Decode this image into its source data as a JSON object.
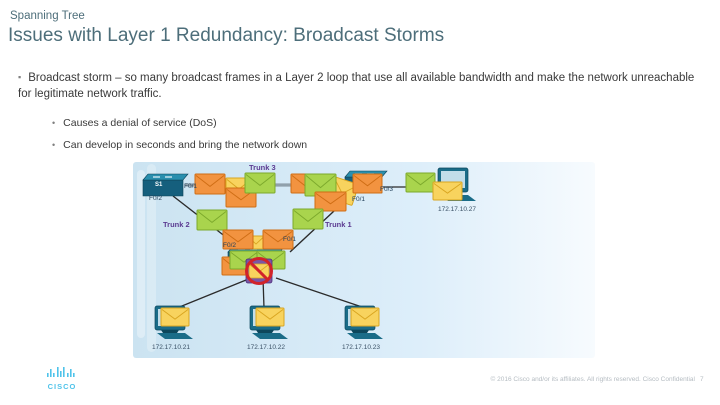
{
  "slide": {
    "kicker": "Spanning Tree",
    "title": "Issues with Layer 1 Redundancy: Broadcast Storms",
    "bullet_marker": "▪",
    "sub_bullet_marker": "•",
    "bullet_main": "Broadcast storm – so many broadcast frames in a Layer 2 loop that use all available bandwidth and make the network unreachable for legitimate network traffic.",
    "sub_bullet_1": "Causes a denial of service (DoS)",
    "sub_bullet_2": "Can develop in seconds and bring the network down"
  },
  "diagram": {
    "switch_s1_label": "S1",
    "trunk_1_label": "Trunk 1",
    "trunk_2_label": "Trunk 2",
    "trunk_3_label": "Trunk 3",
    "port_s1_f01": "F0/1",
    "port_s1_f02": "F0/2",
    "port_s2_f01": "F0/1",
    "port_s2_f03": "F0/3",
    "port_s3_f01": "F0/1",
    "port_s3_f02": "F0/2",
    "host_pc1_ip": "172.17.10.21",
    "host_pc2_ip": "172.17.10.22",
    "host_pc3_ip": "172.17.10.23",
    "host_pc4_ip": "172.17.10.27",
    "icons": {
      "broadcast_frame": "envelope-icon",
      "blocked_traffic": "no-entry-icon",
      "switch": "switch-icon",
      "host": "pc-icon"
    },
    "colors": {
      "frame_orange": "#f29340",
      "frame_orange_edge": "#cf6d14",
      "frame_green": "#a9d44d",
      "frame_green_edge": "#7ca92c",
      "frame_yellow": "#f8d35e",
      "frame_yellow_edge": "#d9a520",
      "switch_front": "#155f7d",
      "switch_top": "#2a8fae",
      "pc_body": "#1a6c88",
      "pc_screen": "#c2dde9",
      "panel_blue": "#cbe3f1",
      "trunk_line_gray": "#90a0ab",
      "link_line": "#2b2b2b",
      "blocked_red": "#d1232a",
      "blocked_purple": "#7a57a5",
      "title_teal": "#4d6e7a",
      "trunk_label_purple": "#5b3a91"
    }
  },
  "footer": {
    "logo_text": "CISCO",
    "copyright": "© 2016  Cisco and/or its affiliates. All rights reserved.   Cisco Confidential",
    "page_number": "7"
  }
}
